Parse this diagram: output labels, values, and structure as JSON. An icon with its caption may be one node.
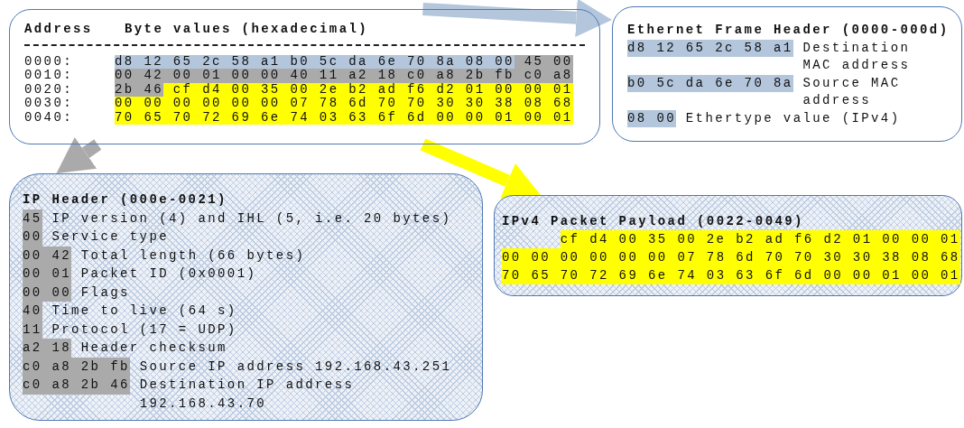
{
  "diagram": {
    "nodes": [
      {
        "text": [
          "Address",
          "Byte values (hexadecimal)",
          "0000:",
          "d8 12 65 2c 58 a1 b0 5c da 6e 70 8a 08 00",
          "45 00",
          "0010:",
          "00 42 00 01 00 00 40 11 a2 18 c0 a8 2b fb c0 a8",
          "0020:",
          "2b 46",
          "cf d4 00 35 00 2e b2 ad f6 d2 01 00 00 01",
          "0030:",
          "00 00 00 00 00 00 07 78 6d 70 70 30 30 38 08 68",
          "0040:",
          "70 65 70 72 69 6e 74 03 63 6f 6d 00 00 01 00 01"
        ]
      },
      {
        "text": [
          "Ethernet Frame Header (0000-000d)",
          "d8 12 65 2c 58 a1",
          "Destination MAC address",
          "b0 5c da 6e 70 8a",
          "Source MAC address",
          "08 00",
          "Ethertype value (IPv4)"
        ]
      },
      {
        "text": [
          "IP Header (000e-0021)",
          "45",
          "IP version (4) and IHL (5, i.e. 20 bytes)",
          "00",
          "Service type",
          "00 42",
          "Total length (66 bytes)",
          "00 01",
          "Packet ID (0x0001)",
          "00 00",
          "Flags",
          "40",
          "Time to live (64 s)",
          "11",
          "Protocol (17 = UDP)",
          "a2 18",
          "Header checksum",
          "c0 a8 2b fb",
          "Source IP address 192.168.43.251",
          "c0 a8 2b 46",
          "Destination IP address 192.168.43.70"
        ]
      },
      {
        "text": [
          "IPv4 Packet Payload (0022-0049)",
          "cf d4 00 35 00 2e b2 ad f6 d2 01 00 00 01",
          "00 00 00 00 00 00 07 78 6d 70 70 30 30 38 08 68",
          "70 65 70 72 69 6e 74 03 63 6f 6d 00 00 01 00 01"
        ]
      }
    ],
    "edges": [
      {
        "from": 0,
        "to": 1,
        "arrow": "to",
        "color": "#b3c6dc"
      },
      {
        "from": 0,
        "to": 2,
        "arrow": "to",
        "color": "#aaaaaa"
      },
      {
        "from": 0,
        "to": 3,
        "arrow": "to",
        "color": "#ffff00"
      }
    ]
  }
}
